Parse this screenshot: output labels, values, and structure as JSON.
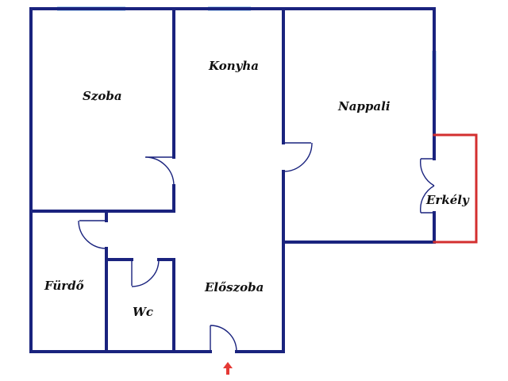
{
  "rooms": {
    "szoba": "Szoba",
    "konyha": "Konyha",
    "nappali": "Nappali",
    "erkely": "Erkély",
    "furdo": "Fürdő",
    "wc": "Wc",
    "eloszoba": "Előszoba"
  },
  "colors": {
    "walls": "#1a237e",
    "windows": "#b3d4f2",
    "balcony": "#d32f2f",
    "entrance_arrow": "#e53935"
  },
  "icons": {
    "entrance": "entrance-arrow-icon"
  }
}
